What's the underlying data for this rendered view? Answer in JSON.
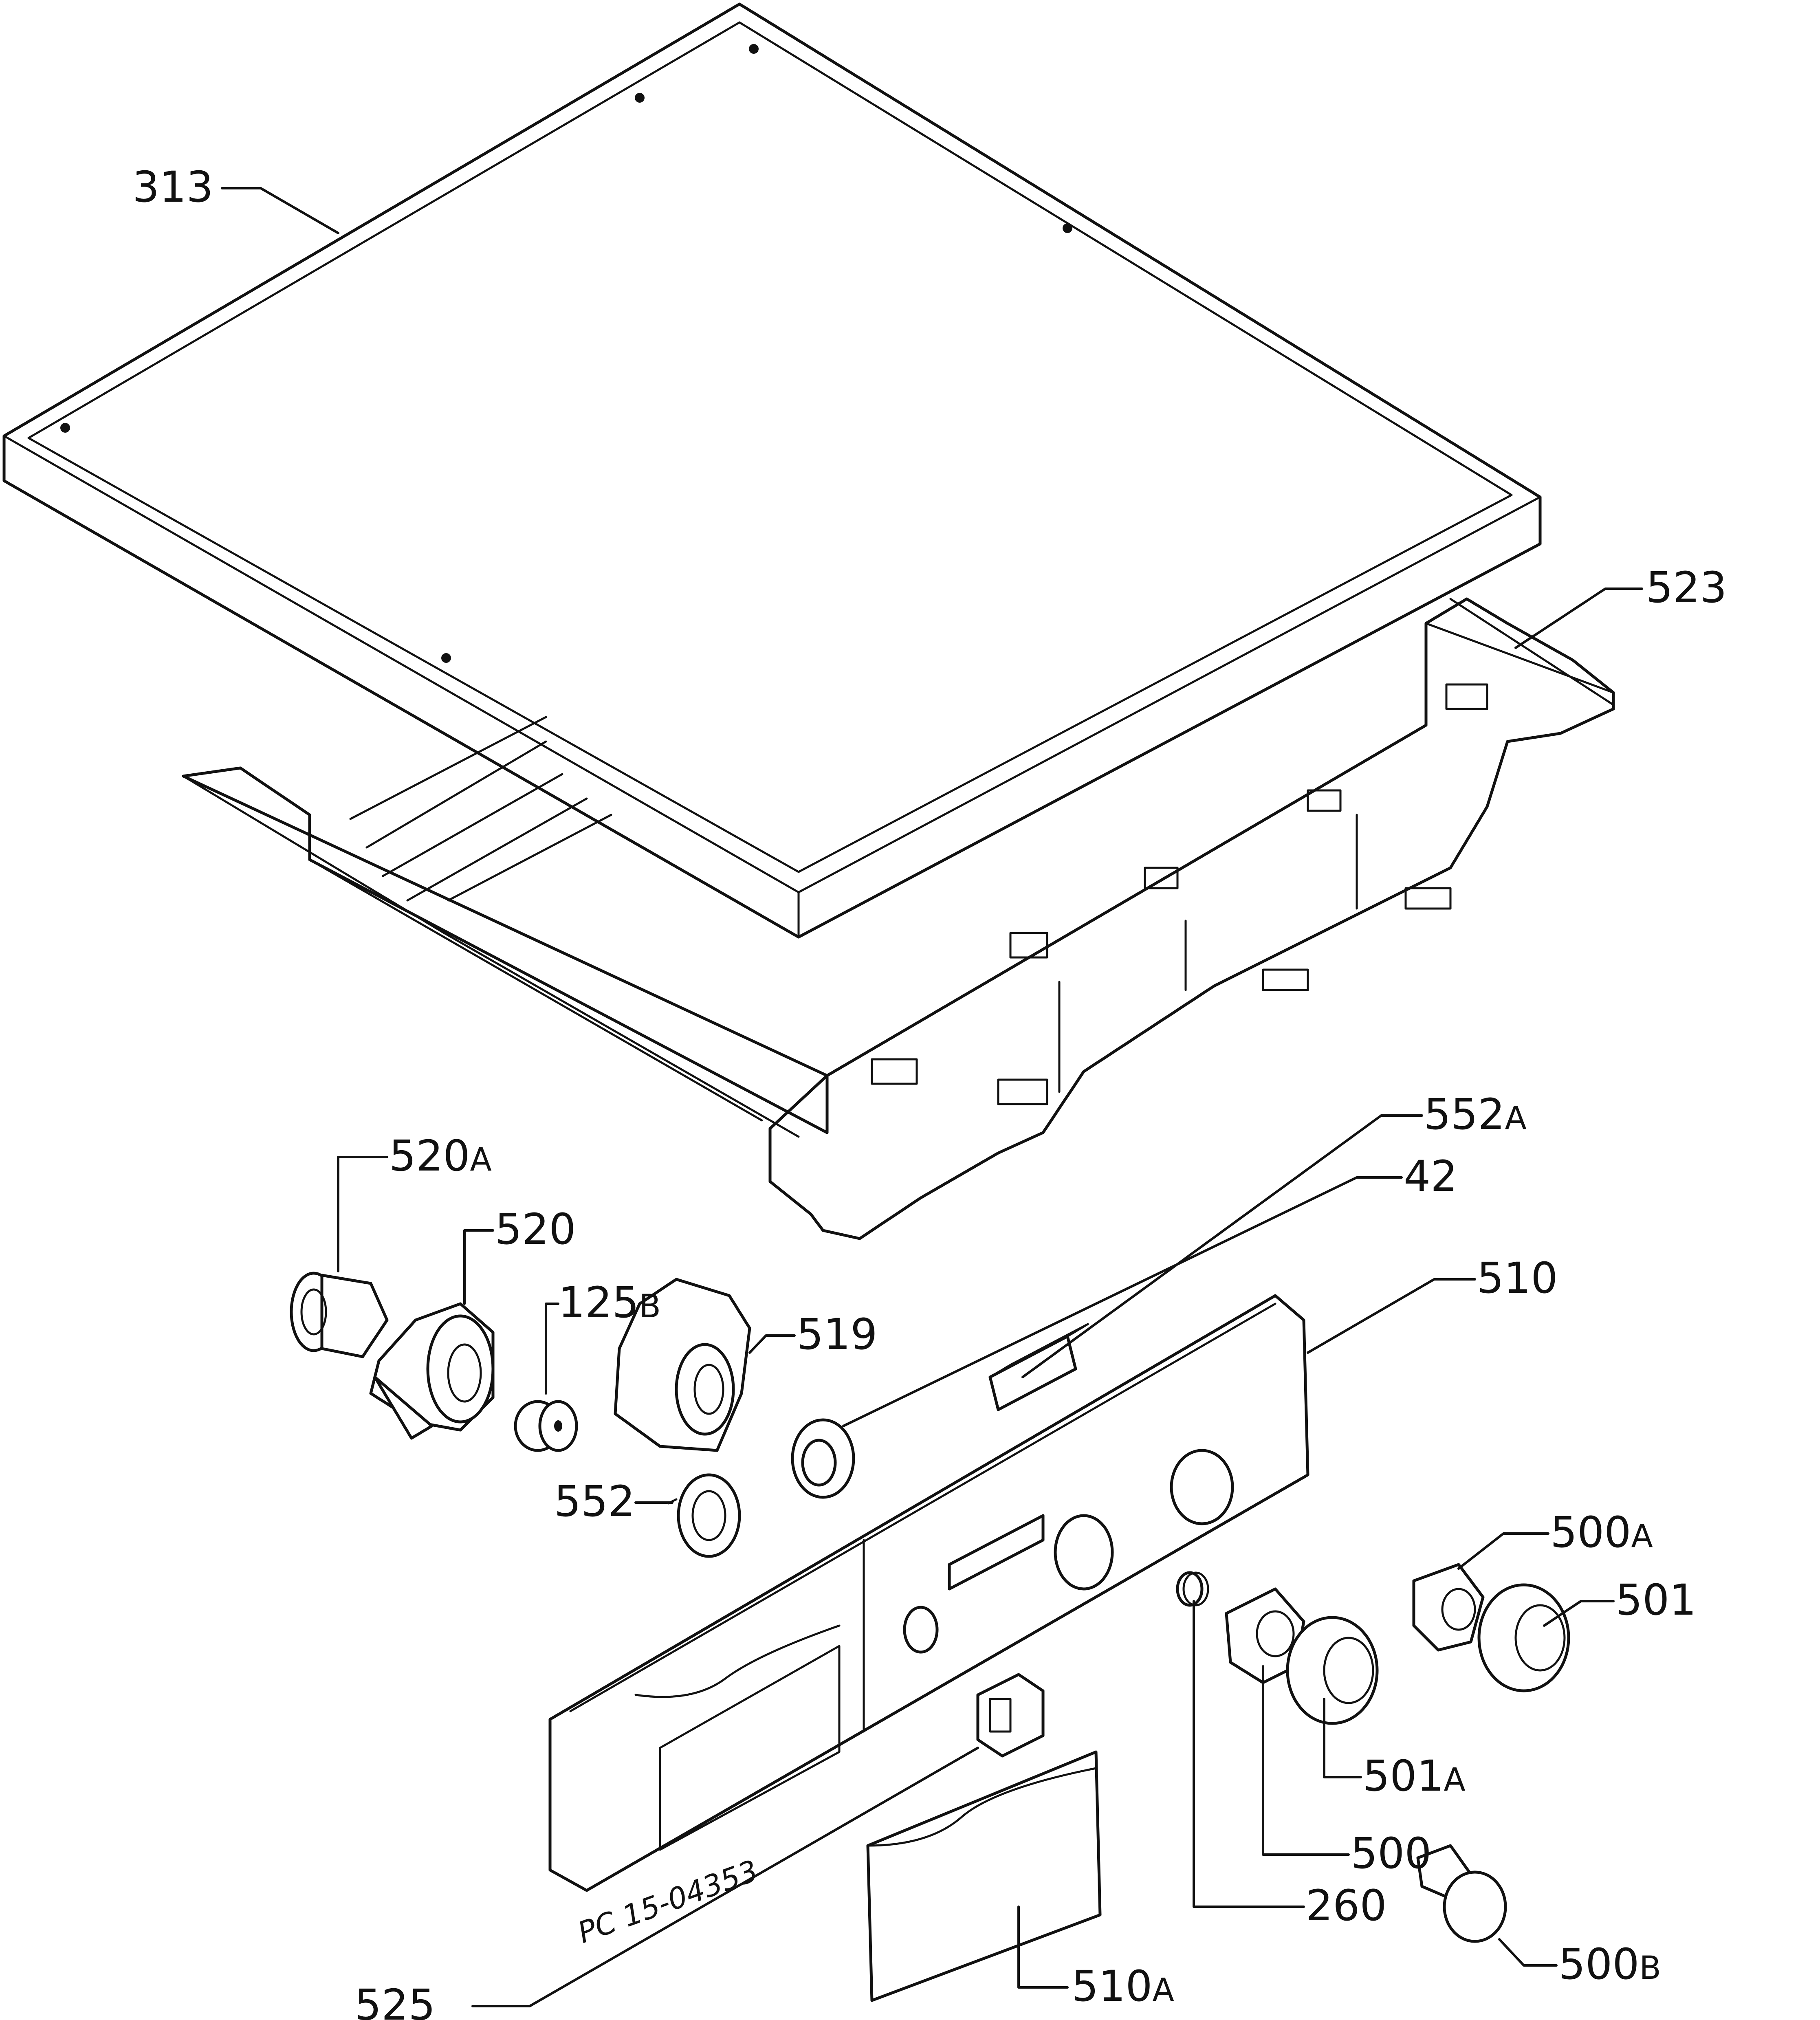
{
  "parts": [
    {
      "id": "313",
      "label": "313"
    },
    {
      "id": "523",
      "label": "523"
    },
    {
      "id": "520A",
      "label": "520",
      "suffix": "A"
    },
    {
      "id": "520",
      "label": "520"
    },
    {
      "id": "125B",
      "label": "125",
      "suffix": "B"
    },
    {
      "id": "519",
      "label": "519"
    },
    {
      "id": "552A",
      "label": "552",
      "suffix": "A"
    },
    {
      "id": "42",
      "label": "42"
    },
    {
      "id": "510",
      "label": "510"
    },
    {
      "id": "552",
      "label": "552"
    },
    {
      "id": "500A",
      "label": "500",
      "suffix": "A"
    },
    {
      "id": "501",
      "label": "501"
    },
    {
      "id": "501A",
      "label": "501",
      "suffix": "A"
    },
    {
      "id": "500",
      "label": "500"
    },
    {
      "id": "260",
      "label": "260"
    },
    {
      "id": "500B",
      "label": "500",
      "suffix": "B"
    },
    {
      "id": "510A",
      "label": "510",
      "suffix": "A"
    },
    {
      "id": "525",
      "label": "525"
    }
  ],
  "reference_code": "PC 15-04353"
}
